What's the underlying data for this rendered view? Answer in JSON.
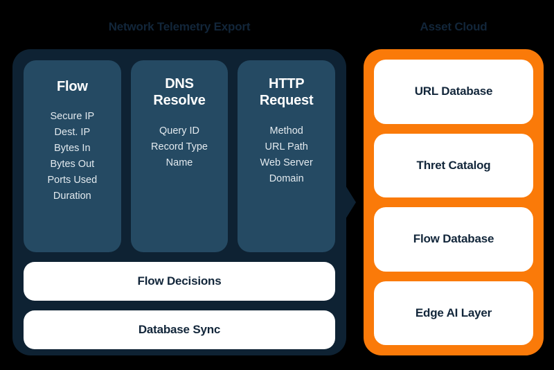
{
  "background_color": "#000000",
  "colors": {
    "panel_dark": "#0E2233",
    "card_dark": "#254A63",
    "panel_orange": "#FA7A09",
    "card_white": "#FFFFFF",
    "title_text": "#12263A",
    "card_title_text": "#FFFFFF",
    "field_text": "#E3EAEF"
  },
  "left_section": {
    "title": "Network Telemetry Export",
    "cards": [
      {
        "title": "Flow",
        "fields": [
          "Secure IP",
          "Dest. IP",
          "Bytes In",
          "Bytes Out",
          "Ports Used",
          "Duration"
        ]
      },
      {
        "title": "DNS Resolve",
        "fields": [
          "Query ID",
          "Record Type",
          "Name"
        ]
      },
      {
        "title": "HTTP Request",
        "fields": [
          "Method",
          "URL Path",
          "Web Server\nDomain"
        ]
      }
    ],
    "bars": [
      {
        "label": "Flow Decisions"
      },
      {
        "label": "Database Sync"
      }
    ]
  },
  "connector": {
    "name": "arrow-right",
    "direction": "left-to-right"
  },
  "right_section": {
    "title": "Asset Cloud",
    "cards": [
      {
        "label": "URL Database"
      },
      {
        "label": "Thret Catalog"
      },
      {
        "label": "Flow Database"
      },
      {
        "label": "Edge AI Layer"
      }
    ]
  }
}
